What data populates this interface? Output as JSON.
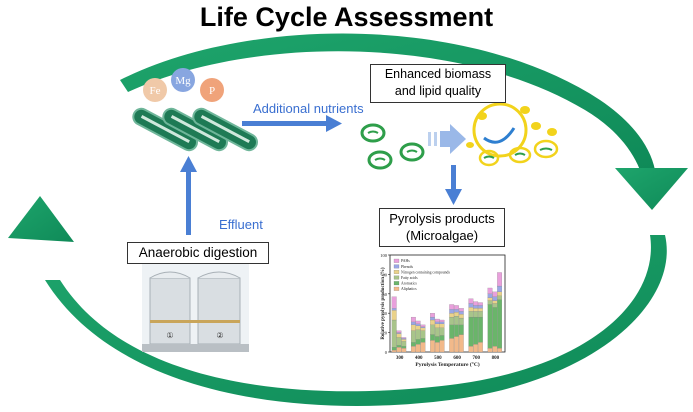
{
  "title": "Life Cycle Assessment",
  "nutrient_balls": [
    {
      "label": "Fe",
      "color": "#f0c9a8"
    },
    {
      "label": "Mg",
      "color": "#88a6e0"
    },
    {
      "label": "P",
      "color": "#f0a37a"
    }
  ],
  "arrow_labels": {
    "additional_nutrients": "Additional nutrients",
    "effluent": "Effluent"
  },
  "boxes": {
    "enhanced": [
      "Enhanced biomass",
      "and lipid quality"
    ],
    "pyrolysis": [
      "Pyrolysis products",
      "(Microalgae)"
    ],
    "anaerobic": "Anaerobic digestion"
  },
  "tank_numbers": [
    "①",
    "②"
  ],
  "colors": {
    "cycle_arrow": "#1aa06a",
    "flow_arrow": "#4a7fd4",
    "algae_green": "#2e9e4a",
    "lipid_yellow": "#f2d31c"
  },
  "chart_data": {
    "type": "bar",
    "ylabel": "Relative pyrolysis production (%)",
    "xlabel": "Pyrolysis Temperature (°C)",
    "ylim": [
      0,
      100
    ],
    "yticks": [
      0,
      20,
      40,
      60,
      80,
      100
    ],
    "categories": [
      "300",
      "400",
      "500",
      "600",
      "700",
      "800"
    ],
    "legend": [
      "PAHs",
      "Phenols",
      "Nitrogen containing compounds",
      "Fatty acids",
      "Aromatics",
      "Aliphatics"
    ],
    "legend_colors": [
      "#e9a0dc",
      "#9aa6e6",
      "#ead28a",
      "#a8c48a",
      "#6ab56a",
      "#f2b98a"
    ],
    "bars_per_group": 3,
    "groups": [
      [
        [
          12,
          2,
          10,
          28,
          3,
          2
        ],
        [
          2,
          1,
          4,
          8,
          2,
          5
        ],
        [
          1,
          1,
          2,
          5,
          2,
          4
        ]
      ],
      [
        [
          5,
          3,
          6,
          12,
          4,
          6
        ],
        [
          3,
          2,
          4,
          10,
          5,
          8
        ],
        [
          2,
          1,
          3,
          8,
          4,
          10
        ]
      ],
      [
        [
          4,
          3,
          5,
          10,
          6,
          12
        ],
        [
          3,
          2,
          4,
          9,
          6,
          10
        ],
        [
          2,
          2,
          4,
          8,
          5,
          12
        ]
      ],
      [
        [
          5,
          4,
          4,
          8,
          14,
          14
        ],
        [
          4,
          3,
          4,
          9,
          12,
          16
        ],
        [
          3,
          3,
          4,
          7,
          10,
          18
        ]
      ],
      [
        [
          5,
          4,
          4,
          6,
          30,
          6
        ],
        [
          4,
          3,
          3,
          6,
          28,
          8
        ],
        [
          3,
          3,
          3,
          6,
          26,
          10
        ]
      ],
      [
        [
          6,
          4,
          3,
          4,
          45,
          4
        ],
        [
          5,
          4,
          3,
          4,
          40,
          6
        ],
        [
          14,
          6,
          4,
          4,
          50,
          4
        ]
      ]
    ]
  }
}
